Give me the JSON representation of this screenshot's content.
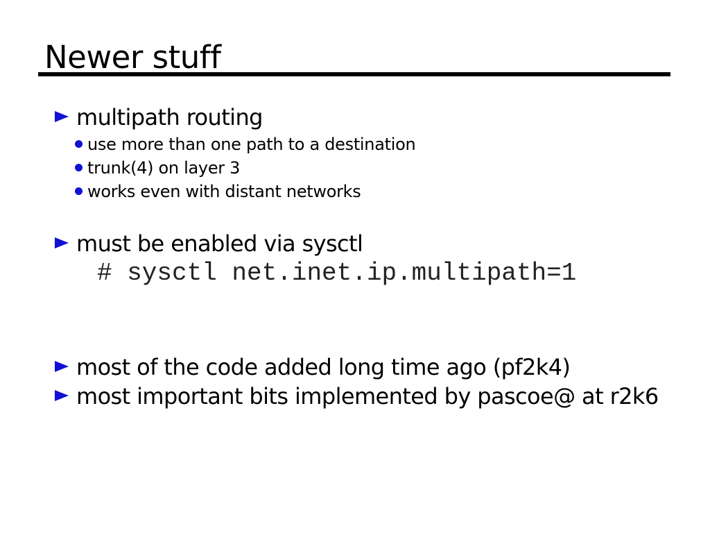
{
  "slide": {
    "title": "Newer stuff",
    "background": "#ffffff",
    "accent_blue": "#1111d6",
    "text_color": "#000000",
    "code_color": "#222222"
  },
  "content": {
    "section1": {
      "heading": "multipath routing",
      "items": [
        "use more than one path to a destination",
        "trunk(4) on layer 3",
        "works even with distant networks"
      ]
    },
    "section2": {
      "heading": "must be enabled via sysctl",
      "code": "# sysctl net.inet.ip.multipath=1"
    },
    "section3": {
      "items": [
        "most of the code added long time ago (pf2k4)",
        "most important bits implemented by pascoe@ at r2k6"
      ]
    }
  }
}
